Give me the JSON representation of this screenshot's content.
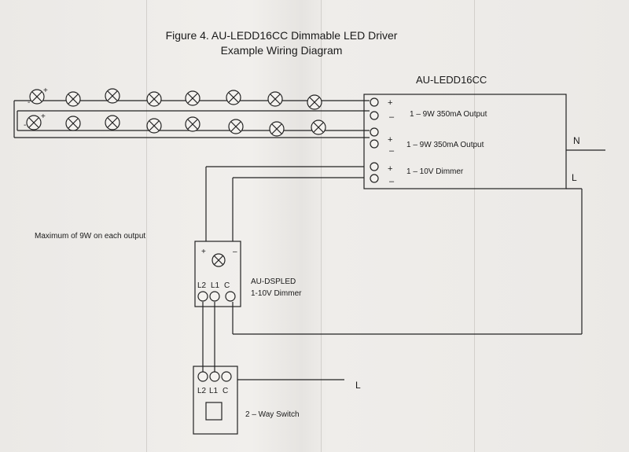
{
  "figure": {
    "title_line1": "Figure 4. AU-LEDD16CC Dimmable LED Driver",
    "title_line2": "Example Wiring Diagram"
  },
  "driver": {
    "name": "AU-LEDD16CC",
    "output1_label": "1 – 9W 350mA Output",
    "output2_label": "1 – 9W 350mA Output",
    "dimmer_label": "1 – 10V Dimmer",
    "plus": "+",
    "minus": "–"
  },
  "mains": {
    "neutral": "N",
    "live": "L",
    "switch_live": "L"
  },
  "note": "Maximum of 9W on each output",
  "dimmer": {
    "name_line1": "AU-DSPLED",
    "name_line2": "1-10V Dimmer",
    "plus": "+",
    "minus": "–",
    "terminals": [
      "L2",
      "L1",
      "C"
    ]
  },
  "switch": {
    "name": "2 – Way Switch",
    "terminals": [
      "L2",
      "L1",
      "C"
    ]
  },
  "led_strings": [
    {
      "count": 8,
      "plus": "+",
      "minus": "-"
    },
    {
      "count": 8,
      "plus": "+",
      "minus": "-"
    }
  ]
}
